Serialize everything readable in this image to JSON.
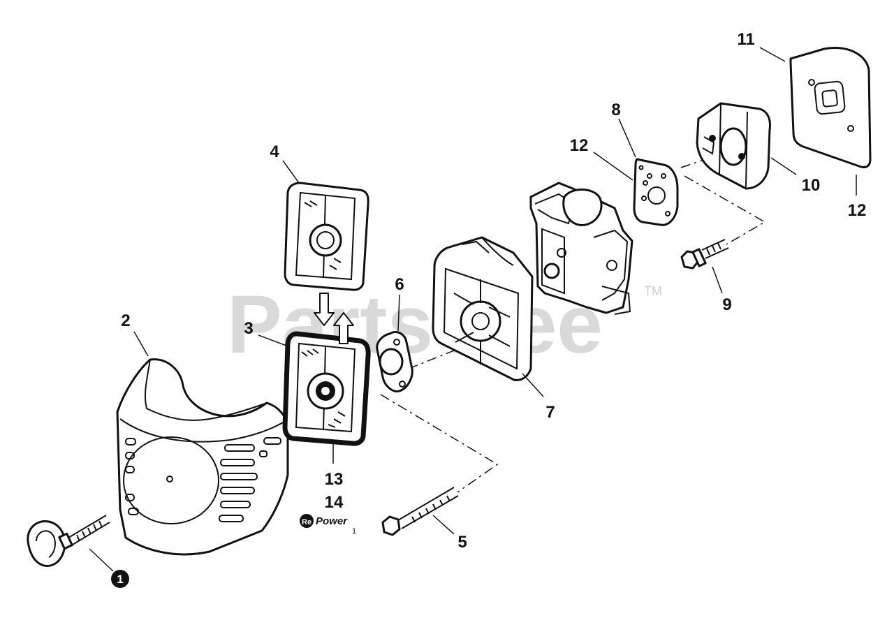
{
  "watermark": {
    "text": "PartsTree",
    "trademark": "TM"
  },
  "callouts": {
    "c1": "1",
    "c2": "2",
    "c3": "3",
    "c4": "4",
    "c5": "5",
    "c6": "6",
    "c7": "7",
    "c8": "8",
    "c9": "9",
    "c10": "10",
    "c11": "11",
    "c12a": "12",
    "c12b": "12",
    "c13": "13",
    "c14": "14"
  },
  "repower_logo": {
    "prefix": "Re",
    "suffix": "Power",
    "sub": "1"
  }
}
